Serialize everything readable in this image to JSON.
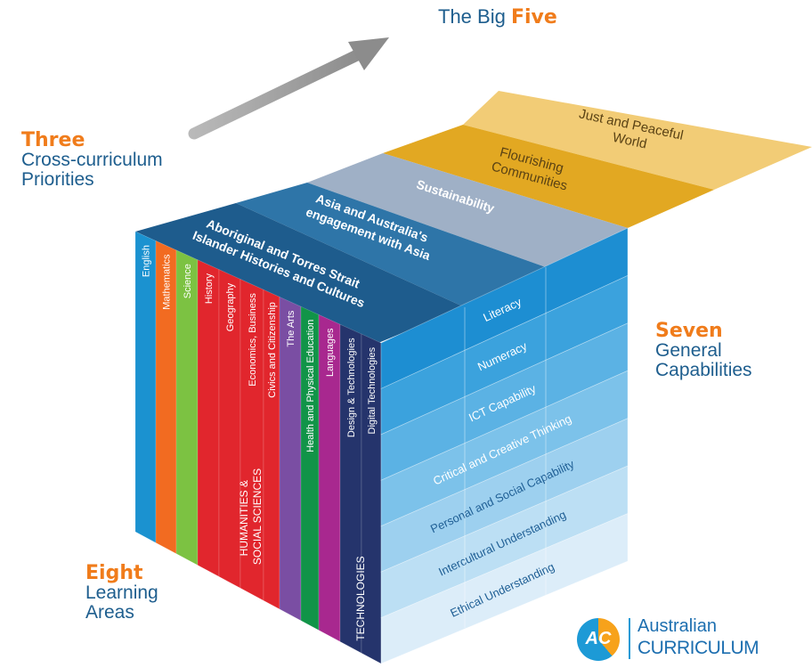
{
  "title": {
    "prefix": "The Big",
    "emphasis": "Five"
  },
  "priorities_label": {
    "number": "Three",
    "line1": "Cross-curriculum",
    "line2": "Priorities"
  },
  "capabilities_label": {
    "number": "Seven",
    "line1": "General",
    "line2": "Capabilities"
  },
  "learning_label": {
    "number": "Eight",
    "line1": "Learning",
    "line2": "Areas"
  },
  "big_five_extra": {
    "flourishing": {
      "line1": "Flourishing",
      "line2": "Communities",
      "color": "#e2a822"
    },
    "just": {
      "line1": "Just and Peaceful",
      "line2": "World",
      "color": "#f2cc76"
    }
  },
  "priorities": [
    {
      "line1": "Sustainability",
      "line2": "",
      "color": "#9fb0c6"
    },
    {
      "line1": "Asia and Australia's",
      "line2": "engagement with Asia",
      "color": "#2e75a8"
    },
    {
      "line1": "Aboriginal and Torres Strait",
      "line2": "Islander Histories and Cultures",
      "color": "#1e5c8d"
    }
  ],
  "learning_areas": [
    {
      "name": "English",
      "color": "#1b92d0"
    },
    {
      "name": "Mathematics",
      "color": "#f26b21"
    },
    {
      "name": "Science",
      "color": "#7cc242"
    },
    {
      "name": "History",
      "color": "#e1262d"
    },
    {
      "name": "Geography",
      "color": "#e1262d"
    },
    {
      "name": "Economics, Business",
      "color": "#e1262d"
    },
    {
      "name": "Civics and Citizenship",
      "color": "#e1262d"
    },
    {
      "name": "The Arts",
      "color": "#7a4ea3"
    },
    {
      "name": "Health and Physical Education",
      "color": "#119448"
    },
    {
      "name": "Languages",
      "color": "#a8288f"
    },
    {
      "name": "Design & Technologies",
      "color": "#25346c"
    },
    {
      "name": "Digital Technologies",
      "color": "#25346c"
    }
  ],
  "group_labels": {
    "humanities_line1": "HUMANITIES &",
    "humanities_line2": "SOCIAL SCIENCES",
    "technologies": "TECHNOLOGIES"
  },
  "capabilities": [
    {
      "name": "Literacy",
      "color": "#1d8ed2"
    },
    {
      "name": "Numeracy",
      "color": "#3ba2dd"
    },
    {
      "name": "ICT Capability",
      "color": "#5bb2e4"
    },
    {
      "name": "Critical and Creative Thinking",
      "color": "#7cc2ea"
    },
    {
      "name": "Personal and Social Capability",
      "color": "#9dd0ef"
    },
    {
      "name": "Intercultural Understanding",
      "color": "#bcdff4"
    },
    {
      "name": "Ethical Understanding",
      "color": "#dcedf9"
    }
  ],
  "logo": {
    "monogram": "AC",
    "line1": "Australian",
    "line2": "CURRICULUM"
  }
}
